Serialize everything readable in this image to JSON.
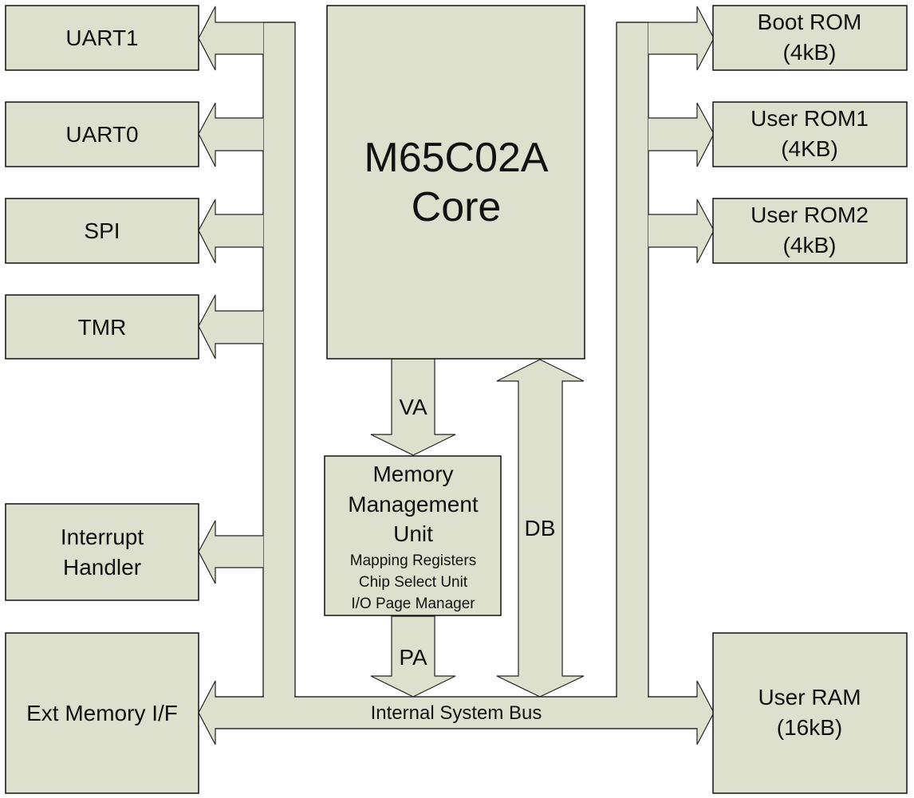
{
  "colors": {
    "block_fill": "#dde0cc",
    "outline": "#111111",
    "text": "#111111"
  },
  "core": {
    "line1": "M65C02A",
    "line2": "Core"
  },
  "left_blocks": [
    {
      "id": "uart1",
      "lines": [
        "UART1"
      ]
    },
    {
      "id": "uart0",
      "lines": [
        "UART0"
      ]
    },
    {
      "id": "spi",
      "lines": [
        "SPI"
      ]
    },
    {
      "id": "tmr",
      "lines": [
        "TMR"
      ]
    },
    {
      "id": "interrupt-handler",
      "lines": [
        "Interrupt",
        "Handler"
      ]
    },
    {
      "id": "ext-memory-if",
      "lines": [
        "Ext Memory I/F"
      ]
    }
  ],
  "right_blocks": [
    {
      "id": "boot-rom",
      "lines": [
        "Boot ROM",
        "(4kB)"
      ]
    },
    {
      "id": "user-rom1",
      "lines": [
        "User ROM1",
        "(4KB)"
      ]
    },
    {
      "id": "user-rom2",
      "lines": [
        "User ROM2",
        "(4kB)"
      ]
    },
    {
      "id": "user-ram",
      "lines": [
        "User RAM",
        "(16kB)"
      ]
    }
  ],
  "mmu": {
    "title_lines": [
      "Memory",
      "Management",
      "Unit"
    ],
    "sub_lines": [
      "Mapping Registers",
      "Chip Select Unit",
      "I/O Page Manager"
    ]
  },
  "buses": {
    "va": "VA",
    "pa": "PA",
    "db": "DB",
    "system": "Internal System Bus"
  }
}
